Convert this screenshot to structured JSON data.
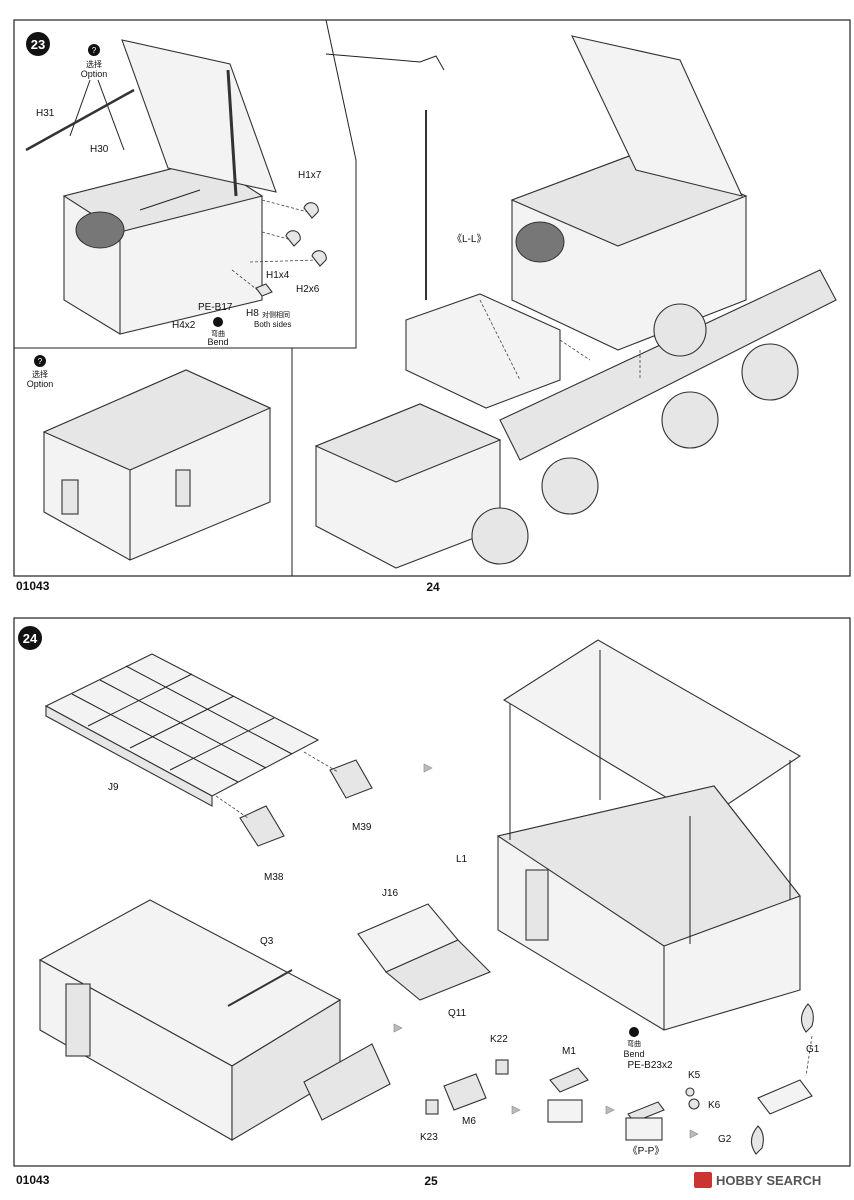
{
  "page1": {
    "catalog": "01043",
    "page_number": "24",
    "step": "23",
    "option_top": {
      "cn": "选择",
      "en": "Option"
    },
    "option_inset": {
      "cn": "选择",
      "en": "Option"
    },
    "bend": {
      "cn": "弯曲",
      "en": "Bend"
    },
    "both_sides": {
      "cn": "对侧相同",
      "en": "Both sides"
    },
    "labels": {
      "H31": "H31",
      "H30": "H30",
      "H1x7": "H1x7",
      "H1x4": "H1x4",
      "H2x6": "H2x6",
      "PEB17": "PE-B17",
      "H8": "H8",
      "H4x2": "H4x2",
      "LL": "《L-L》"
    }
  },
  "page2": {
    "catalog": "01043",
    "page_number": "25",
    "step": "24",
    "bend": {
      "cn": "弯曲",
      "en": "Bend"
    },
    "labels": {
      "J9": "J9",
      "M39": "M39",
      "M38": "M38",
      "L1": "L1",
      "J16": "J16",
      "Q3": "Q3",
      "Q11": "Q11",
      "K22": "K22",
      "M6": "M6",
      "K23": "K23",
      "M1": "M1",
      "PEB23": "PE-B23x2",
      "K5": "K5",
      "K6": "K6",
      "PP": "《P-P》",
      "G1": "G1",
      "G2": "G2"
    }
  },
  "watermark": "HOBBY SEARCH"
}
